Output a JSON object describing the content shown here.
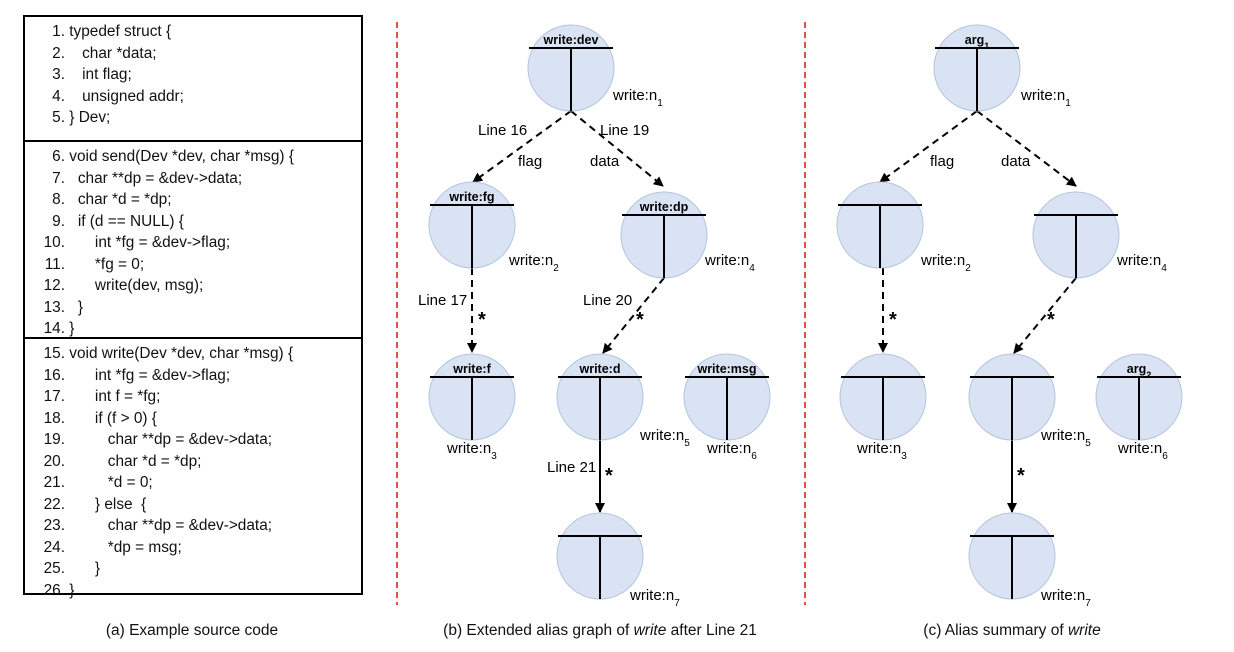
{
  "code": {
    "sections": [
      [
        {
          "n": "1.",
          "text": " typedef struct {"
        },
        {
          "n": "2.",
          "text": "    char *data;"
        },
        {
          "n": "3.",
          "text": "    int flag;"
        },
        {
          "n": "4.",
          "text": "    unsigned addr;"
        },
        {
          "n": "5.",
          "text": " } Dev;"
        }
      ],
      [
        {
          "n": "6.",
          "text": " void send(Dev *dev, char *msg) {"
        },
        {
          "n": "7.",
          "text": "   char **dp = &dev->data;"
        },
        {
          "n": "8.",
          "text": "   char *d = *dp;"
        },
        {
          "n": "9.",
          "text": "   if (d == NULL) {"
        },
        {
          "n": "10.",
          "text": "       int *fg = &dev->flag;"
        },
        {
          "n": "11.",
          "text": "       *fg = 0;"
        },
        {
          "n": "12.",
          "text": "       write(dev, msg);"
        },
        {
          "n": "13.",
          "text": "   }"
        },
        {
          "n": "14.",
          "text": " }"
        }
      ],
      [
        {
          "n": "15.",
          "text": " void write(Dev *dev, char *msg) {"
        },
        {
          "n": "16.",
          "text": "       int *fg = &dev->flag;"
        },
        {
          "n": "17.",
          "text": "       int f = *fg;"
        },
        {
          "n": "18.",
          "text": "       if (f > 0) {"
        },
        {
          "n": "19.",
          "text": "          char **dp = &dev->data;"
        },
        {
          "n": "20.",
          "text": "          char *d = *dp;"
        },
        {
          "n": "21.",
          "text": "          *d = 0;"
        },
        {
          "n": "22.",
          "text": "       } else  {"
        },
        {
          "n": "23.",
          "text": "          char **dp = &dev->data;"
        },
        {
          "n": "24.",
          "text": "          *dp = msg;"
        },
        {
          "n": "25.",
          "text": "       }"
        },
        {
          "n": "26.",
          "text": " }"
        }
      ]
    ]
  },
  "captions": {
    "a": "(a) Example source code",
    "b_pre": "(b) Extended alias graph of ",
    "b_em": "write",
    "b_post": " after Line 21",
    "c_pre": "(c) Alias summary of ",
    "c_em": "write"
  },
  "graph_b": {
    "nodes": {
      "n1": {
        "title": "write:dev",
        "label": "write:n",
        "sub": "1"
      },
      "n2": {
        "title": "write:fg",
        "label": "write:n",
        "sub": "2"
      },
      "n4": {
        "title": "write:dp",
        "label": "write:n",
        "sub": "4"
      },
      "n3": {
        "title": "write:f",
        "label": "write:n",
        "sub": "3"
      },
      "n5": {
        "title": "write:d",
        "label": "write:n",
        "sub": "5"
      },
      "n6": {
        "title": "write:msg",
        "label": "write:n",
        "sub": "6"
      },
      "n7": {
        "title": "",
        "label": "write:n",
        "sub": "7"
      }
    },
    "edges": {
      "line16": "Line 16",
      "line19": "Line 19",
      "flag": "flag",
      "data": "data",
      "line17": "Line 17",
      "line20": "Line 20",
      "line21": "Line 21",
      "star": "*"
    }
  },
  "graph_c": {
    "nodes": {
      "n1": {
        "title": "arg",
        "title_sub": "1",
        "label": "write:n",
        "sub": "1"
      },
      "n2": {
        "title": "",
        "label": "write:n",
        "sub": "2"
      },
      "n4": {
        "title": "",
        "label": "write:n",
        "sub": "4"
      },
      "n3": {
        "title": "",
        "label": "write:n",
        "sub": "3"
      },
      "n5": {
        "title": "",
        "label": "write:n",
        "sub": "5"
      },
      "n6": {
        "title": "arg",
        "title_sub": "2",
        "label": "write:n",
        "sub": "6"
      },
      "n7": {
        "title": "",
        "label": "write:n",
        "sub": "7"
      }
    },
    "edges": {
      "flag": "flag",
      "data": "data",
      "star": "*"
    }
  },
  "colors": {
    "node_fill": "#dae3f3",
    "node_stroke": "#b4c4de",
    "divider": "#e02020",
    "ink": "#000000"
  }
}
